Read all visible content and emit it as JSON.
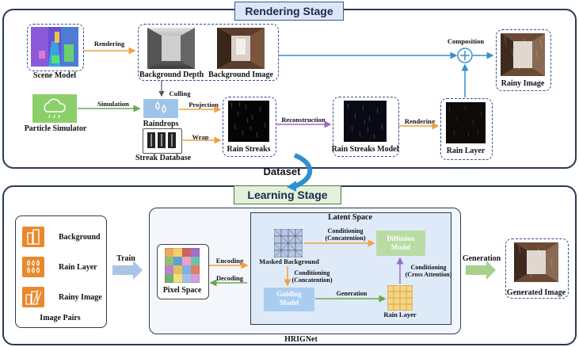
{
  "rendering": {
    "title": "Rendering Stage",
    "scene_model": "Scene Model",
    "rendering_1": "Rendering",
    "background_depth": "Background Depth",
    "background_image": "Background Image",
    "culling": "Culling",
    "composition": "Composition",
    "rainy_image": "Rainy Image",
    "particle_simulator": "Particle Simulator",
    "simulation": "Simulation",
    "raindrops": "Raindrops",
    "projection": "Projection",
    "rain_streaks": "Rain Streaks",
    "reconstruction": "Reconstruction",
    "rain_streaks_model": "Rain Streaks Model",
    "rendering_2": "Rendering",
    "rain_layer": "Rain Layer",
    "streak_database": "Streak Database",
    "wrap": "Wrap"
  },
  "dataset_label": "Dataset",
  "learning": {
    "title": "Learning Stage",
    "legend": {
      "background": "Background",
      "rain_layer": "Rain Layer",
      "rainy_image": "Rainy Image",
      "caption": "Image Pairs"
    },
    "train": "Train",
    "pixel_space": "Pixel Space",
    "encoding": "Encoding",
    "decoding": "Decoding",
    "latent_space": "Latent Space",
    "masked_background": "Masked Background",
    "cond_concat_1": "Conditioning\n(Concatention)",
    "cond_concat_1a": "Conditioning",
    "cond_concat_1b": "(Concatention)",
    "cond_concat_2a": "Conditioning",
    "cond_concat_2b": "(Concatention)",
    "diffusion_model_a": "Diffusion",
    "diffusion_model_b": "Model",
    "cond_attn_a": "Conditioning",
    "cond_attn_b": "(Cross Attention)",
    "guiding_model_a": "Guiding",
    "guiding_model_b": "Model",
    "generation_inner": "Generation",
    "rain_layer": "Rain Layer",
    "hrig_net": "HRIGNet",
    "generation_outer": "Generation",
    "generated_image": "Generated Image"
  },
  "colors": {
    "orange": "#f0a040",
    "green": "#6aa84f",
    "blue": "#3a8fc8",
    "purple": "#9a6ad0",
    "navy": "#2b3a55"
  }
}
